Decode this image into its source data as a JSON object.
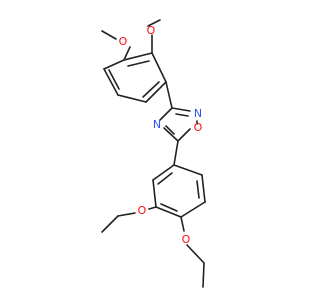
{
  "molecule": {
    "atoms": [
      {
        "id": "o_methoxy_a",
        "symbol": "O"
      },
      {
        "id": "o_methoxy_b",
        "symbol": "O"
      },
      {
        "id": "n_ring_4",
        "symbol": "N"
      },
      {
        "id": "n_ring_2",
        "symbol": "N"
      },
      {
        "id": "o_ring_1",
        "symbol": "O"
      },
      {
        "id": "o_ethoxy_a",
        "symbol": "O"
      },
      {
        "id": "o_ethoxy_b",
        "symbol": "O"
      }
    ],
    "colors": {
      "bond": "#222222",
      "oxygen": "#ff0d0d",
      "nitrogen": "#3050f8"
    }
  }
}
